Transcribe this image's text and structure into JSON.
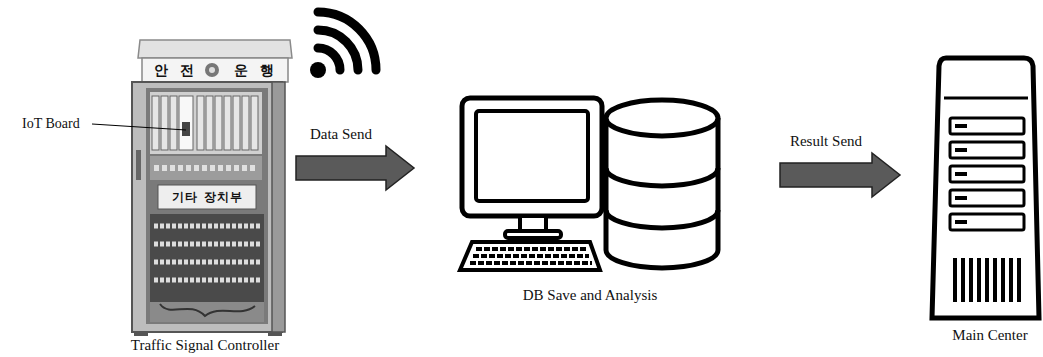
{
  "diagram": {
    "nodes": [
      {
        "text": [
          "Traffic Signal Controller"
        ]
      },
      {
        "text": [
          "DB Save and Analysis"
        ]
      },
      {
        "text": [
          "Main Center"
        ]
      }
    ],
    "edges": [
      {
        "from": 0,
        "to": 1,
        "arrow": "to",
        "label": "Data Send"
      },
      {
        "from": 1,
        "to": 2,
        "arrow": "to",
        "label": "Result Send"
      }
    ],
    "labels": [
      "IoT Board",
      "안 전",
      "운 행",
      "기타 장치부"
    ]
  }
}
